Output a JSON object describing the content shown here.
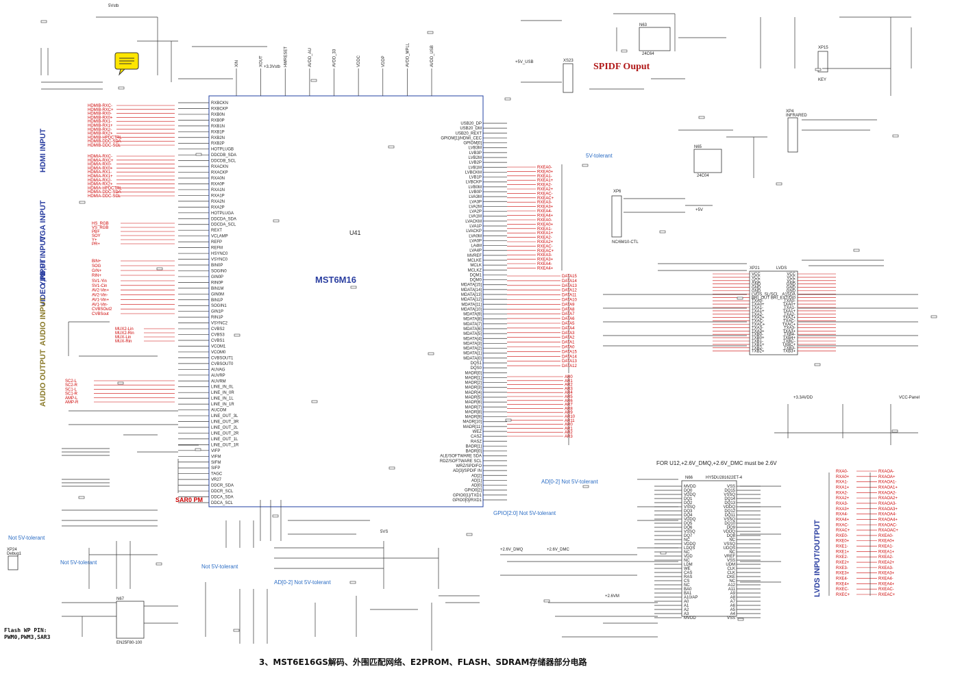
{
  "main_chip": {
    "ref": "U41",
    "name": "MST6M16"
  },
  "side_labels": {
    "hdmi": "HDMI INPUT",
    "vga": "VGA INPUT",
    "ypbpr": "Y,Pb,Pr INPUT",
    "video": "VIDEO INPUT",
    "audio_in": "AUDIO INPUT",
    "audio_out": "AUDIO OUTPUT",
    "lvds": "LVDS INPUT/OUTPUT"
  },
  "colors": {
    "side_blue": "#2a3ea0",
    "side_olive": "#8a7a2a",
    "net_red": "#c00000",
    "note_blue": "#2a6cc4"
  },
  "spdif_title": "SPIDF Ouput",
  "notes": {
    "five_v_tol_1": "5V-tolerant",
    "not_5v_1": "Not 5V-tolerant",
    "not_5v_2": "Not 5V-tolerant",
    "not_5v_3": "Not 5V-tolerant",
    "gpio_note": "GPIO[2:0] Not 5V-tolerant",
    "ad_note_1": "AD[0-2] Not 5V-tolerant",
    "ad_note_2": "AD[0-2] Not 5V-tolerant",
    "sar_pm": "SAR0 PM",
    "u12_note": "FOR U12,+2.6V_DMQ,+2.6V_DMC must be 2.6V",
    "flash_wp": "Flash WP PIN:",
    "flash_wp2": "PWM0,PWM3,SAR3"
  },
  "chips": {
    "n63": {
      "ref": "N63",
      "part": "24C64"
    },
    "n65": {
      "ref": "N65",
      "part": "24C04"
    },
    "n67": {
      "ref": "N67",
      "part": "EN25F80-100"
    },
    "n66": {
      "ref": "N66",
      "part": "HY5DU281622ET-4"
    },
    "xp21": {
      "ref": "XP21",
      "part": "LVDS"
    },
    "xs23": {
      "ref": "XS23"
    },
    "xp15": {
      "ref": "XP15",
      "part": "KEY"
    },
    "xp24": {
      "ref": "XP24",
      "part": "Debug1"
    },
    "xp6": {
      "ref": "XP6",
      "part": "NC/6M10-CTL"
    },
    "xp4": {
      "ref": "XP4",
      "part": "INFRARED"
    }
  },
  "left_nets": [
    "HDMIB-RXC-",
    "HDMIB-RXC+",
    "HDMIB-RX0-",
    "HDMIB-RX0+",
    "HDMIB-RX1-",
    "HDMIB-RX1+",
    "HDMIB-RX2-",
    "HDMIB-RX2+",
    "HDMIB-HPDCTRL",
    "HDMIB-DDC-SDA",
    "HDMIB-DDC-SCL",
    "HDMIA-RXC-",
    "HDMIA-RXC+",
    "HDMIA-RX0-",
    "HDMIA-RX0+",
    "HDMIA-RX1-",
    "HDMIA-RX1+",
    "HDMIA-RX2-",
    "HDMIA-RX2+",
    "HDMIA-HPDCTRL",
    "HDMIA-DDC-SDA",
    "HDMIA-DDC-SCL"
  ],
  "vga_nets": [
    "HS_RGB",
    "VS_RGB",
    "PB+",
    "SOY",
    "Y+",
    "PR+"
  ],
  "ypbpr_nets": [
    "BIN+",
    "SOG",
    "G/N+",
    "RIN+"
  ],
  "video_nets": [
    "SV1-Yin",
    "SV1-Cin",
    "AV2-Vin+",
    "AV2-Vin-",
    "AV1-Vin+",
    "AV1-Vin-",
    "CVBSOut2",
    "CVBSout"
  ],
  "audio_in_nets": [
    "MUX2-Lin",
    "MUX2-Rin",
    "MUX-Lin",
    "MUX-Rin"
  ],
  "audio_out_nets": [
    "SC2-L",
    "SC2-R",
    "SC1-L",
    "SC1-R",
    "AMP-L",
    "AMP-R"
  ],
  "chip_pins_left": [
    "RXBCKN",
    "RXBCKP",
    "RXB0N",
    "RXB0P",
    "RXB1N",
    "RXB1P",
    "RXB2N",
    "RXB2P",
    "HOTPLUGB",
    "DDCDB_SDA",
    "DDCDB_SCL",
    "RXACKN",
    "RXACKP",
    "RXA0N",
    "RXA0P",
    "RXA1N",
    "RXA1P",
    "RXA2N",
    "RXA2P",
    "HOTPLUGA",
    "DDCDA_SDA",
    "DDCDA_SCL",
    "REXT",
    "VCLAMP",
    "REFP",
    "REFM",
    "HSYNC0",
    "VSYNC0",
    "BIN0P",
    "SOGIN0",
    "GIN0P",
    "RIN0P",
    "BIN1M",
    "GIN0M",
    "BIN1P",
    "SOGIN1",
    "GIN1P",
    "RIN1P",
    "VSYNC2",
    "CVBS2",
    "CVBS3",
    "CVBS1",
    "VCOM1",
    "VCOM0",
    "CVBSOUT1",
    "CVBSOUT0",
    "AUVAG",
    "AUVRP",
    "AUVRM",
    "LINE_IN_0L",
    "LINE_IN_0R",
    "LINE_IN_1L",
    "LINE_IN_1R",
    "AUCOM",
    "LINE_OUT_3L",
    "LINE_OUT_3R",
    "LINE_OUT_2L",
    "LINE_OUT_2R",
    "LINE_OUT_1L",
    "LINE_OUT_1R",
    "VIFP",
    "VIFM",
    "SIFM",
    "SIFP",
    "TAGC",
    "VR27",
    "DDCR_SDA",
    "DDCR_SCL",
    "DDCA_SDA",
    "DDCA_SCL"
  ],
  "chip_pins_right": [
    "USB20_DP",
    "USB20_DM",
    "USB20_REXT",
    "GPIOM[1]/HDMI_CEC",
    "GPIOM[0]",
    "LVB3M",
    "LVB3P",
    "LVB2M",
    "LVB2P",
    "LVB1M",
    "LVBCKM",
    "LVB1P",
    "LVBCKP",
    "LVB0M",
    "LVB0P",
    "LVA3M",
    "LVA3P",
    "LVA2M",
    "LVA2P",
    "LVA1M",
    "LVACKM",
    "LVA1P",
    "LVACKP",
    "LVA0M",
    "LVA0P",
    "LA4M",
    "LVA4P",
    "MVREF",
    "MCLKE",
    "MCLK",
    "MCLKZ",
    "DQM1",
    "DQM0",
    "MDATA[15]",
    "MDATA[14]",
    "MDATA[13]",
    "MDATA[12]",
    "MDATA[11]",
    "MDATA[10]",
    "MDATA[9]",
    "MDATA[8]",
    "MDATA[7]",
    "MDATA[6]",
    "MDATA[5]",
    "MDATA[4]",
    "MDATA[3]",
    "MDATA[2]",
    "MDATA[1]",
    "MDATA[0]",
    "DQS1",
    "DQS0",
    "MADR[0]",
    "MADR[1]",
    "MADR[2]",
    "MADR[3]",
    "MADR[4]",
    "MADR[5]",
    "MADR[6]",
    "MADR[7]",
    "MADR[8]",
    "MADR[9]",
    "MADR[10]",
    "MADR[11]",
    "WEZ",
    "CASZ",
    "RASZ",
    "BADR[1]",
    "BADR[0]",
    "ALE/SOFTWARE SDA",
    "RDZ/SOFTWARE SCL",
    "WRZ/SPDIFO",
    "AD[3]/SPDIF IN",
    "AD[2]",
    "AD[1]",
    "AD[0]",
    "GPIO0[2]",
    "GPIO0[1]/TXD1",
    "GPIO0[0]/RXD1"
  ],
  "chip_pins_top": [
    "XIN",
    "XOUT",
    "HWRESET",
    "AVDD_AU",
    "AVDD_33",
    "VDDC",
    "VDDP",
    "AVDD_MPLL",
    "AVDD_USB"
  ],
  "power_labels": [
    "5Vstb",
    "+3.3Vstb",
    "+2.6V_DMQ",
    "+2.6V_DMC",
    "+2.6VM",
    "+3.3AVDD",
    "VCC-Panel",
    "+5V_USB",
    "5VS",
    "+5V"
  ],
  "lvds_out_nets": [
    "RXA0-",
    "RXA0+",
    "RXA1-",
    "RXA1+",
    "RXA2-",
    "RXA2+",
    "RXA3-",
    "RXA3+",
    "RXA4-",
    "RXA4+",
    "RXAC-",
    "RXAC+",
    "RXE0-",
    "RXE0+",
    "RXE1-",
    "RXE1+",
    "RXE2-",
    "RXE2+",
    "RXE3-",
    "RXE3+",
    "RXE4-",
    "RXE4+",
    "RXEC-",
    "RXEC+"
  ],
  "lvds_tag_nets": [
    "RXAOA-",
    "RXAOA+",
    "RXAOA1-",
    "RXAOA1+",
    "RXAOA2-",
    "RXAOA2+",
    "RXAOA3-",
    "RXAOA3+",
    "RXAOA4-",
    "RXAOA4+",
    "RXAOAC-",
    "RXAOAC+",
    "RXEA0-",
    "RXEA0+",
    "RXEA1-",
    "RXEA1+",
    "RXEA2-",
    "RXEA2+",
    "RXEA3-",
    "RXEA3+",
    "RXEA4-",
    "RXEA4+",
    "RXEAC-",
    "RXEAC+"
  ],
  "ddr_left_pins": [
    "MVDD",
    "DQ0",
    "VDDQ",
    "DQ1",
    "DQ2",
    "VSSQ",
    "DQ3",
    "DQ4",
    "VDDQ",
    "DQ5",
    "DQ6",
    "VSSQ",
    "DQ7",
    "NC",
    "VDDQ",
    "LDQS",
    "NC",
    "VDD",
    "NC",
    "LDM",
    "WE",
    "CAS",
    "RAS",
    "CS",
    "NC",
    "BA0",
    "BA1",
    "A10/AP",
    "A0",
    "A1",
    "A2",
    "A3",
    "MVDD"
  ],
  "ddr_right_pins": [
    "VSS",
    "DQ15",
    "VSSQ",
    "DQ14",
    "DQ13",
    "VDDQ",
    "DQ12",
    "DQ11",
    "VSSQ",
    "DQ10",
    "DQ9",
    "VDDQ",
    "DQ8",
    "NC",
    "VSSQ",
    "UDQS",
    "NC",
    "VREF",
    "VSS",
    "UDM",
    "CLK",
    "CLK",
    "CKE",
    "NC",
    "A12",
    "A11",
    "A9",
    "A8",
    "A7",
    "A6",
    "A5",
    "A4",
    "VSS"
  ],
  "caption": "3、MST6E16GS解码、外围匹配网络、E2PROM、FLASH、SDRAM存储器部分电路"
}
